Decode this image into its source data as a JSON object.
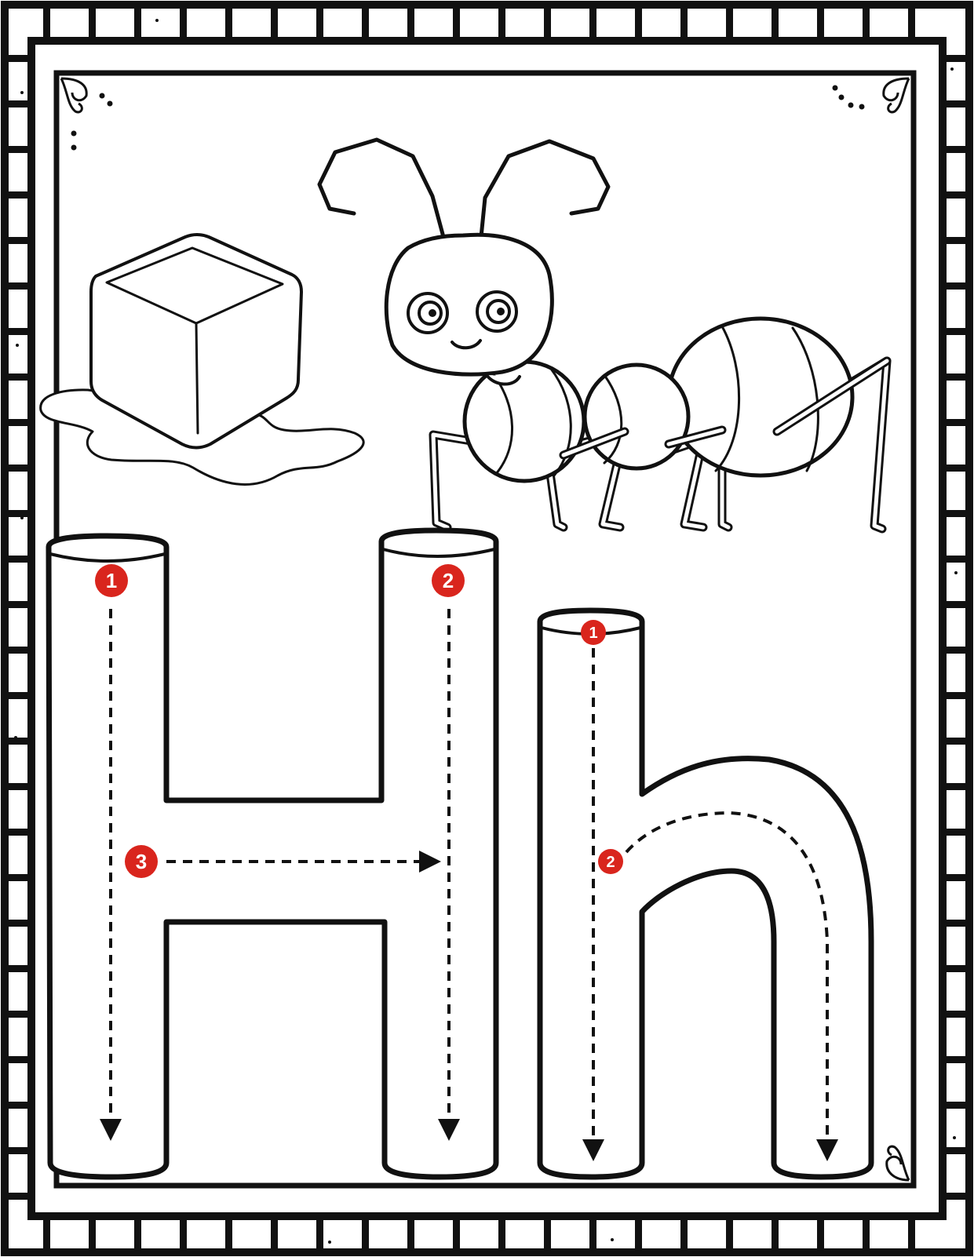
{
  "worksheet": {
    "letter_uppercase": "H",
    "letter_lowercase": "h",
    "pictures": [
      "ice-cube-picture",
      "ant-picture"
    ]
  },
  "colors": {
    "ink": "#111111",
    "paper": "#ffffff",
    "step_badge": "#d9251d",
    "step_number": "#ffffff"
  },
  "uppercase_steps": [
    {
      "number": "1",
      "direction": "down"
    },
    {
      "number": "2",
      "direction": "down"
    },
    {
      "number": "3",
      "direction": "right"
    }
  ],
  "lowercase_steps": [
    {
      "number": "1",
      "direction": "down"
    },
    {
      "number": "2",
      "direction": "hump-down"
    }
  ]
}
